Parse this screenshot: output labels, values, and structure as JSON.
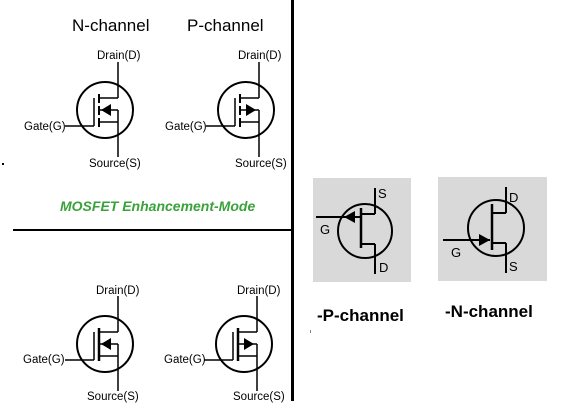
{
  "headers": {
    "n_channel": "N-channel",
    "p_channel": "P-channel"
  },
  "mosfet_labels": {
    "drain": "Drain(D)",
    "gate": "Gate(G)",
    "source": "Source(S)"
  },
  "enhancement_caption": "MOSFET Enhancement-Mode",
  "symbol_panels": {
    "p_channel": {
      "caption": "-P-channel",
      "gate": "G",
      "source": "S",
      "drain": "D"
    },
    "n_channel": {
      "caption": "-N-channel",
      "gate": "G",
      "drain": "D",
      "source": "S"
    }
  },
  "colors": {
    "caption_green": "#3aa23a",
    "panel_gray": "#d9d9d9"
  }
}
